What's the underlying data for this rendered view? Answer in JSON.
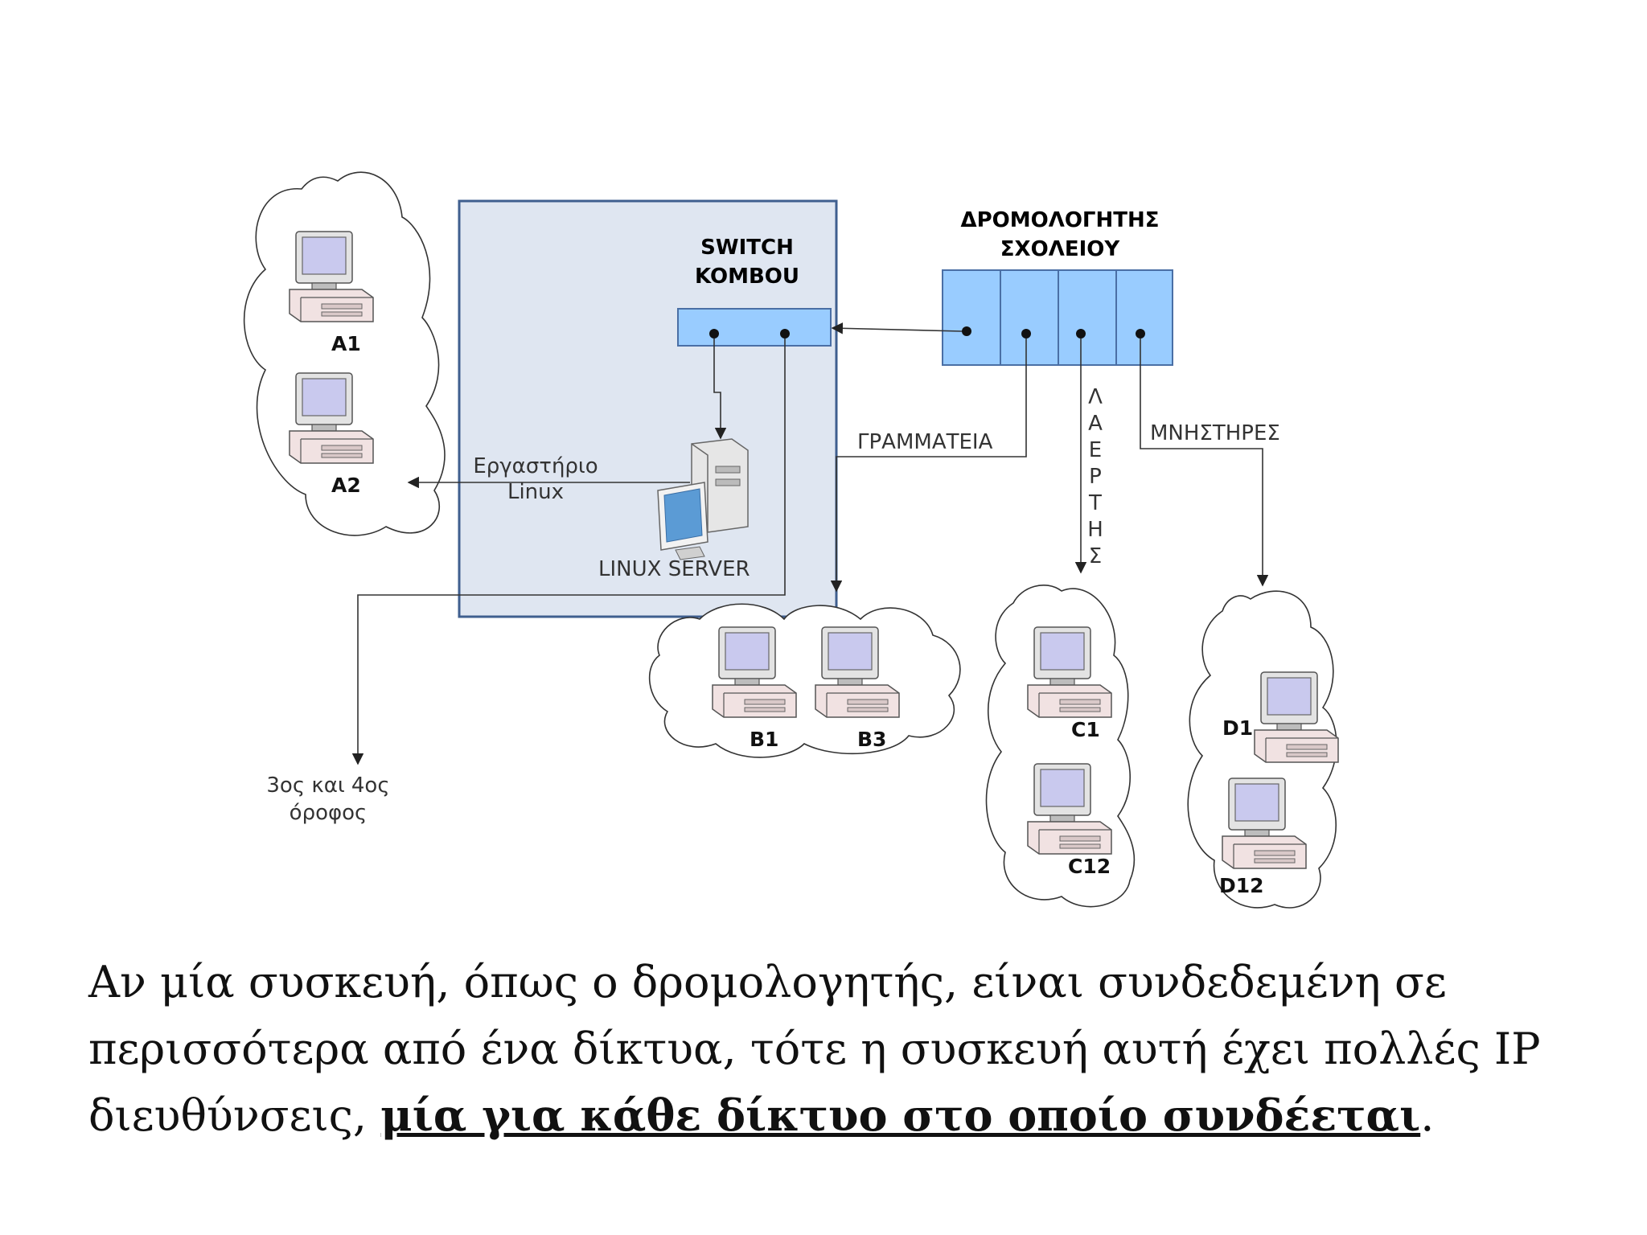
{
  "diagram": {
    "switch_label_line1": "SWITCH",
    "switch_label_line2": "KOMBOU",
    "router_label_line1": "ΔΡΟΜΟΛΟΓΗΤΗΣ",
    "router_label_line2": "ΣΧΟΛΕΙΟΥ",
    "lab_label_line1": "Εργαστήριο",
    "lab_label_line2": "Linux",
    "server_label": "LINUX SERVER",
    "secretariat_label": "ΓΡΑΜΜΑΤΕΙΑ",
    "lounge_label_letters": [
      "Λ",
      "Α",
      "Ε",
      "Ρ",
      "Τ",
      "Η",
      "Σ"
    ],
    "mnistires_label": "ΜΝΗΣΤΗΡΕΣ",
    "floors_label_line1": "3ος και 4ος",
    "floors_label_line2": "όροφος",
    "pcs": {
      "a1": "A1",
      "a2": "A2",
      "b1": "B1",
      "b3": "B3",
      "c1": "C1",
      "c12": "C12",
      "d1": "D1",
      "d12": "D12"
    },
    "colors": {
      "switch_box_fill": "#dfe6f1",
      "switch_box_border": "#3f5f8f",
      "port_fill": "#99ccff",
      "port_border": "#4a6fa5"
    }
  },
  "caption": {
    "text": "Αν μία συσκευή, όπως ο δρομολογητής, είναι συνδεδεμένη σε περισσότερα από ένα δίκτυα, τότε η συσκευή αυτή έχει πολλές IP διευθύνσεις, ",
    "emphasis": "μία για κάθε δίκτυο στο οποίο συνδέεται",
    "end": "."
  }
}
